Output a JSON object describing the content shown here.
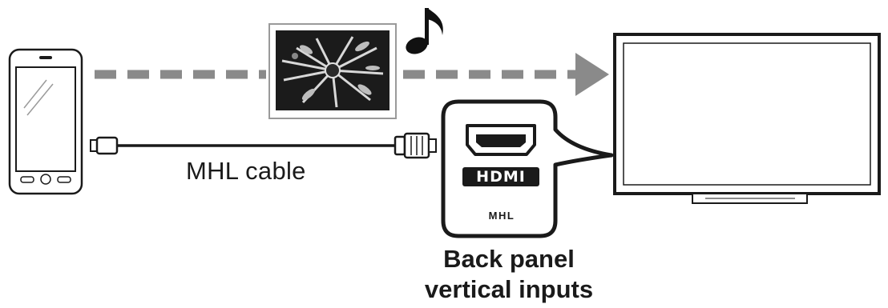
{
  "diagram": {
    "cable_label": "MHL cable",
    "port_logo": "HDMI",
    "port_sublabel": "MHL",
    "caption_line1": "Back panel",
    "caption_line2": "vertical inputs"
  },
  "icons": {
    "phone": "smartphone-icon",
    "photo": "photo-thumbnail-icon",
    "music": "music-note-icon",
    "tv": "television-icon",
    "arrow": "dashed-arrow-icon",
    "port": "hdmi-port-icon",
    "cable": "mhl-cable-icon"
  }
}
